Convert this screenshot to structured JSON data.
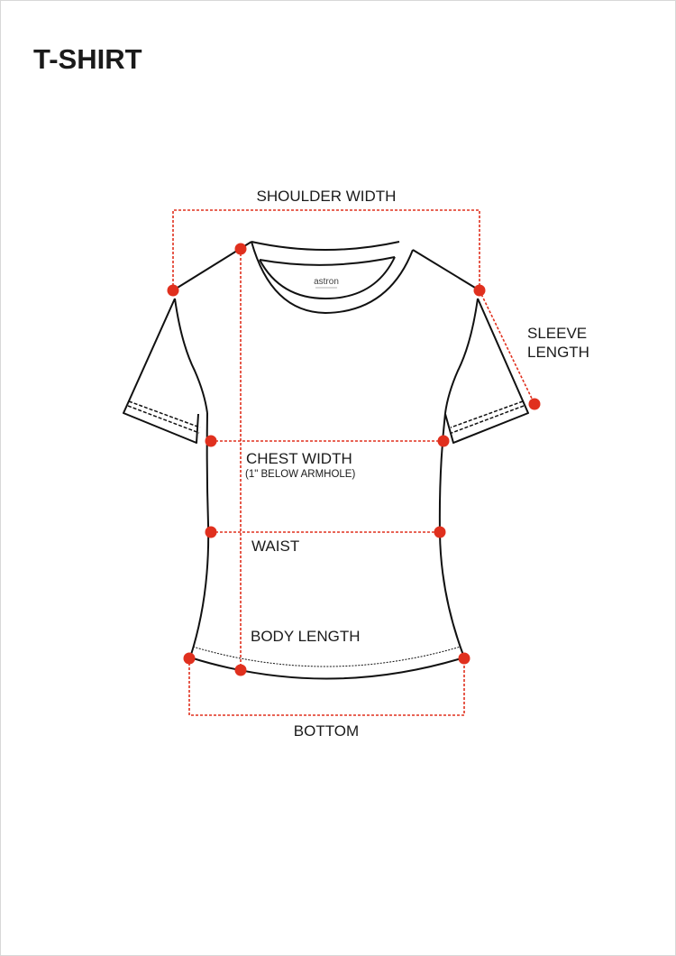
{
  "title": "T-SHIRT",
  "logo": {
    "text": "astron"
  },
  "colors": {
    "accent": "#e0301e",
    "outline": "#111111"
  },
  "measurements": {
    "shoulder_width": "SHOULDER WIDTH",
    "sleeve_length_line1": "SLEEVE",
    "sleeve_length_line2": "LENGTH",
    "chest_width": "CHEST WIDTH",
    "chest_note": "(1\" BELOW ARMHOLE)",
    "waist": "WAIST",
    "body_length": "BODY LENGTH",
    "bottom": "BOTTOM"
  }
}
